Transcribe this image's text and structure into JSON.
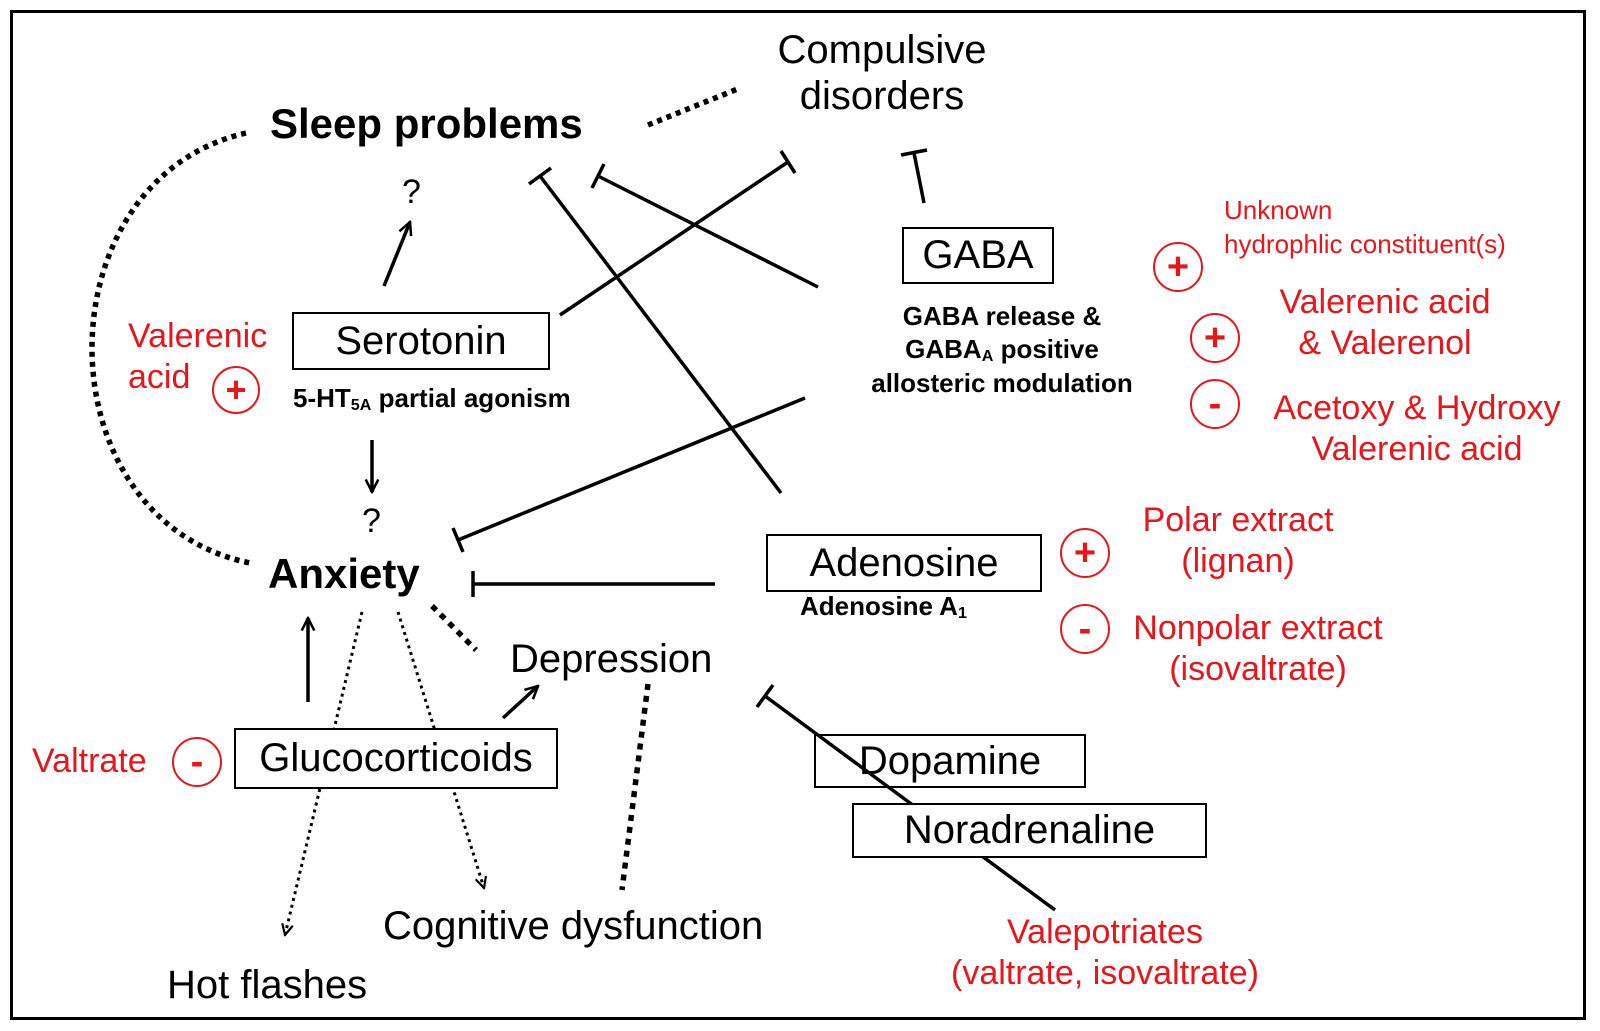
{
  "effects": {
    "sleep_problems": "Sleep problems",
    "compulsive_line1": "Compulsive",
    "compulsive_line2": "disorders",
    "anxiety": "Anxiety",
    "depression": "Depression",
    "cognitive_dysfunction": "Cognitive dysfunction",
    "hot_flashes": "Hot flashes",
    "question_mark": "?"
  },
  "systems": {
    "serotonin": {
      "label": "Serotonin",
      "mechanism_prefix": "5-HT",
      "mechanism_sub": "5A",
      "mechanism_suffix": " partial agonism"
    },
    "gaba": {
      "label": "GABA",
      "mechanism_line1": "GABA release &",
      "mechanism_line2_prefix": "GABA",
      "mechanism_line2_sub": "A",
      "mechanism_line2_suffix": " positive",
      "mechanism_line3": "allosteric modulation"
    },
    "adenosine": {
      "label": "Adenosine",
      "mechanism_prefix": "Adenosine A",
      "mechanism_sub": "1"
    },
    "glucocorticoids": {
      "label": "Glucocorticoids"
    },
    "dopamine": {
      "label": "Dopamine"
    },
    "noradrenaline": {
      "label": "Noradrenaline"
    }
  },
  "modulators": {
    "plus_symbol": "+",
    "minus_symbol": "-",
    "valerenic_acid_line1": "Valerenic",
    "valerenic_acid_line2": "acid",
    "unknown_line1": "Unknown",
    "unknown_line2": "hydrophlic constituent(s)",
    "valerenol_line1": "Valerenic acid",
    "valerenol_line2": "& Valerenol",
    "acetoxy_line1": "Acetoxy & Hydroxy",
    "acetoxy_line2": "Valerenic acid",
    "polar_line1": "Polar extract",
    "polar_line2": "(lignan)",
    "nonpolar_line1": "Nonpolar extract",
    "nonpolar_line2": "(isovaltrate)",
    "valtrate": "Valtrate",
    "valepotriates_line1": "Valepotriates",
    "valepotriates_line2": "(valtrate, isovaltrate)"
  },
  "colors": {
    "modulator_red": "#e8151b",
    "line_black": "#000000"
  }
}
